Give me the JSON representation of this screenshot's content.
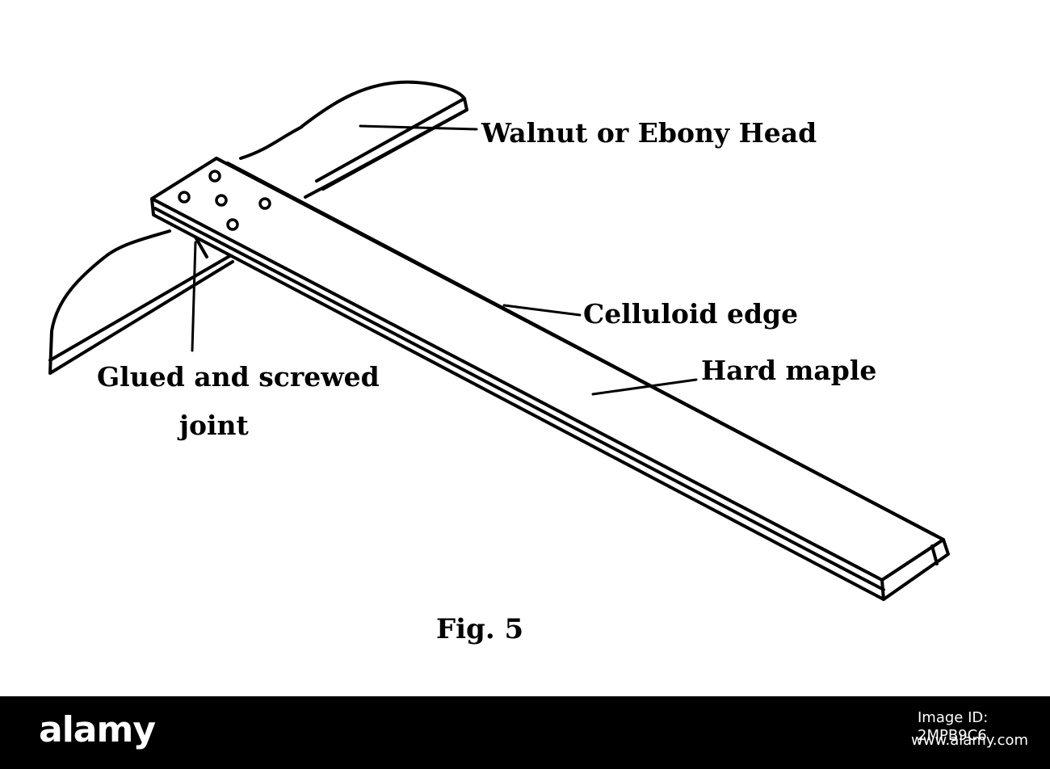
{
  "diagram": {
    "labels": {
      "head": "Walnut or Ebony Head",
      "edge": "Celluloid edge",
      "blade": "Hard maple",
      "joint_line1": "Glued and screwed",
      "joint_line2": "joint"
    },
    "caption": "Fig.  5"
  },
  "footer": {
    "logo": "alamy",
    "image_id": "Image ID: 2MPB9C6",
    "url": "www.alamy.com"
  },
  "colors": {
    "ink": "#000000",
    "paper": "#ffffff",
    "footer_bg": "#000000",
    "footer_text": "#ffffff"
  }
}
